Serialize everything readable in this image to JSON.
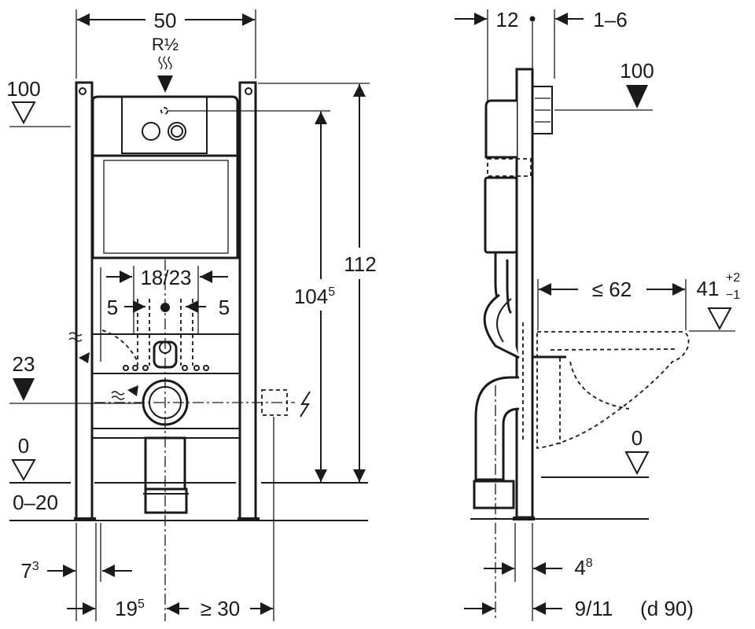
{
  "front_view": {
    "width_label": "50",
    "water_inlet_label": "R½",
    "level_100_label": "100",
    "height_112_label": "112",
    "height_104_main": "104",
    "height_104_sup": "5",
    "spacing_label": "18/23",
    "offset_left_label": "5",
    "offset_right_label": "5",
    "level_23_label": "23",
    "level_0_label": "0",
    "floor_range_label": "0–20",
    "dim_7_main": "7",
    "dim_7_sup": "3",
    "dim_19_main": "19",
    "dim_19_sup": "5",
    "dim_30_label": "≥ 30"
  },
  "side_view": {
    "dim_12_label": "12",
    "dim_1_6_label": "1–6",
    "level_100_label": "100",
    "depth_62_label": "≤ 62",
    "height_41_main": "41",
    "height_41_plus": "+2",
    "height_41_minus": "−1",
    "level_0_label": "0",
    "dim_4_main": "4",
    "dim_4_sup": "8",
    "dim_9_11_label": "9/11",
    "pipe_diameter_label": "(d 90)"
  }
}
